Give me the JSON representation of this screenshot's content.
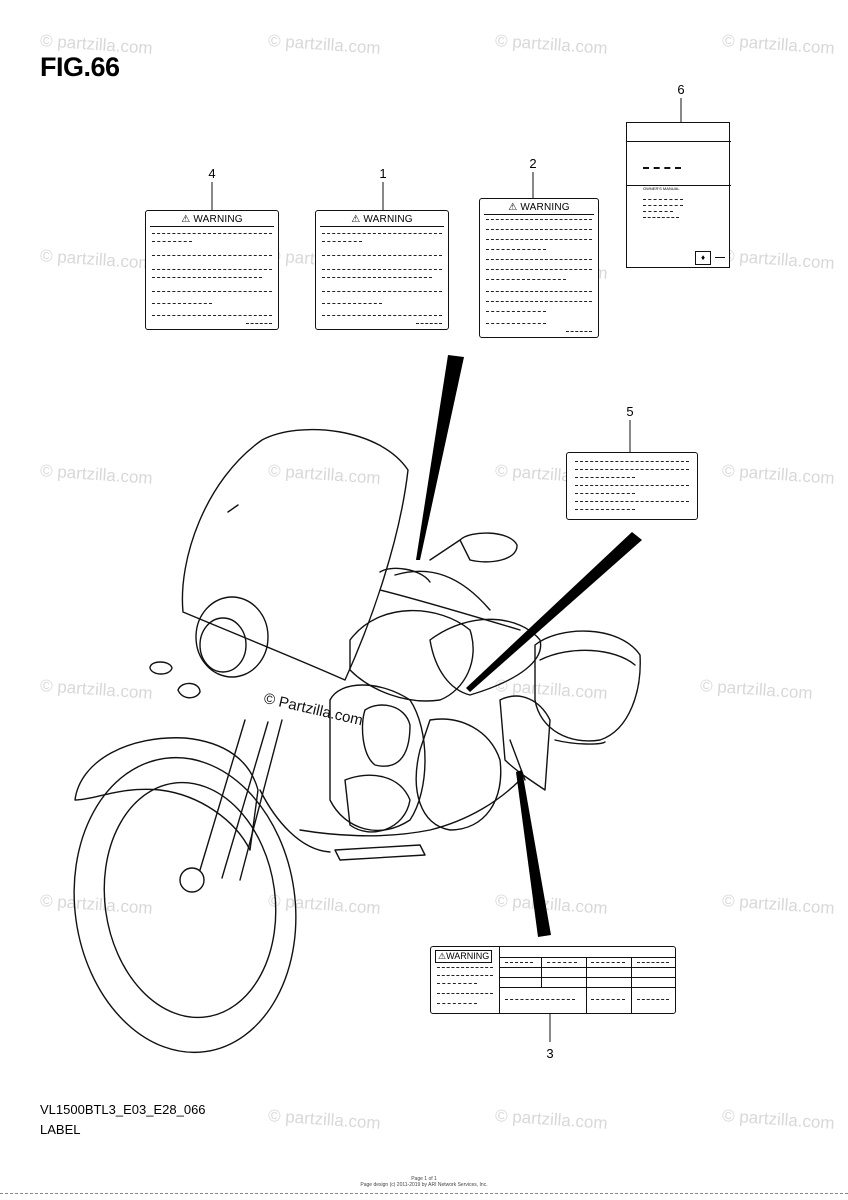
{
  "figure": {
    "title": "FIG.66",
    "drawing_code": "VL1500BTL3_E03_E28_066",
    "caption": "LABEL"
  },
  "callouts": [
    "4",
    "1",
    "2",
    "6",
    "5",
    "3"
  ],
  "labels": {
    "warning_text": "WARNING",
    "warning_icon": "warning-triangle-icon",
    "manual_heading": "OWNER'S MANUAL"
  },
  "watermark": {
    "text": "© partzilla.com",
    "center_text": "© Partzilla.com"
  },
  "footer": {
    "line1": "Page 1 of 1",
    "line2": "Page design (c) 2011-2019 by ARI Network Services, Inc."
  }
}
